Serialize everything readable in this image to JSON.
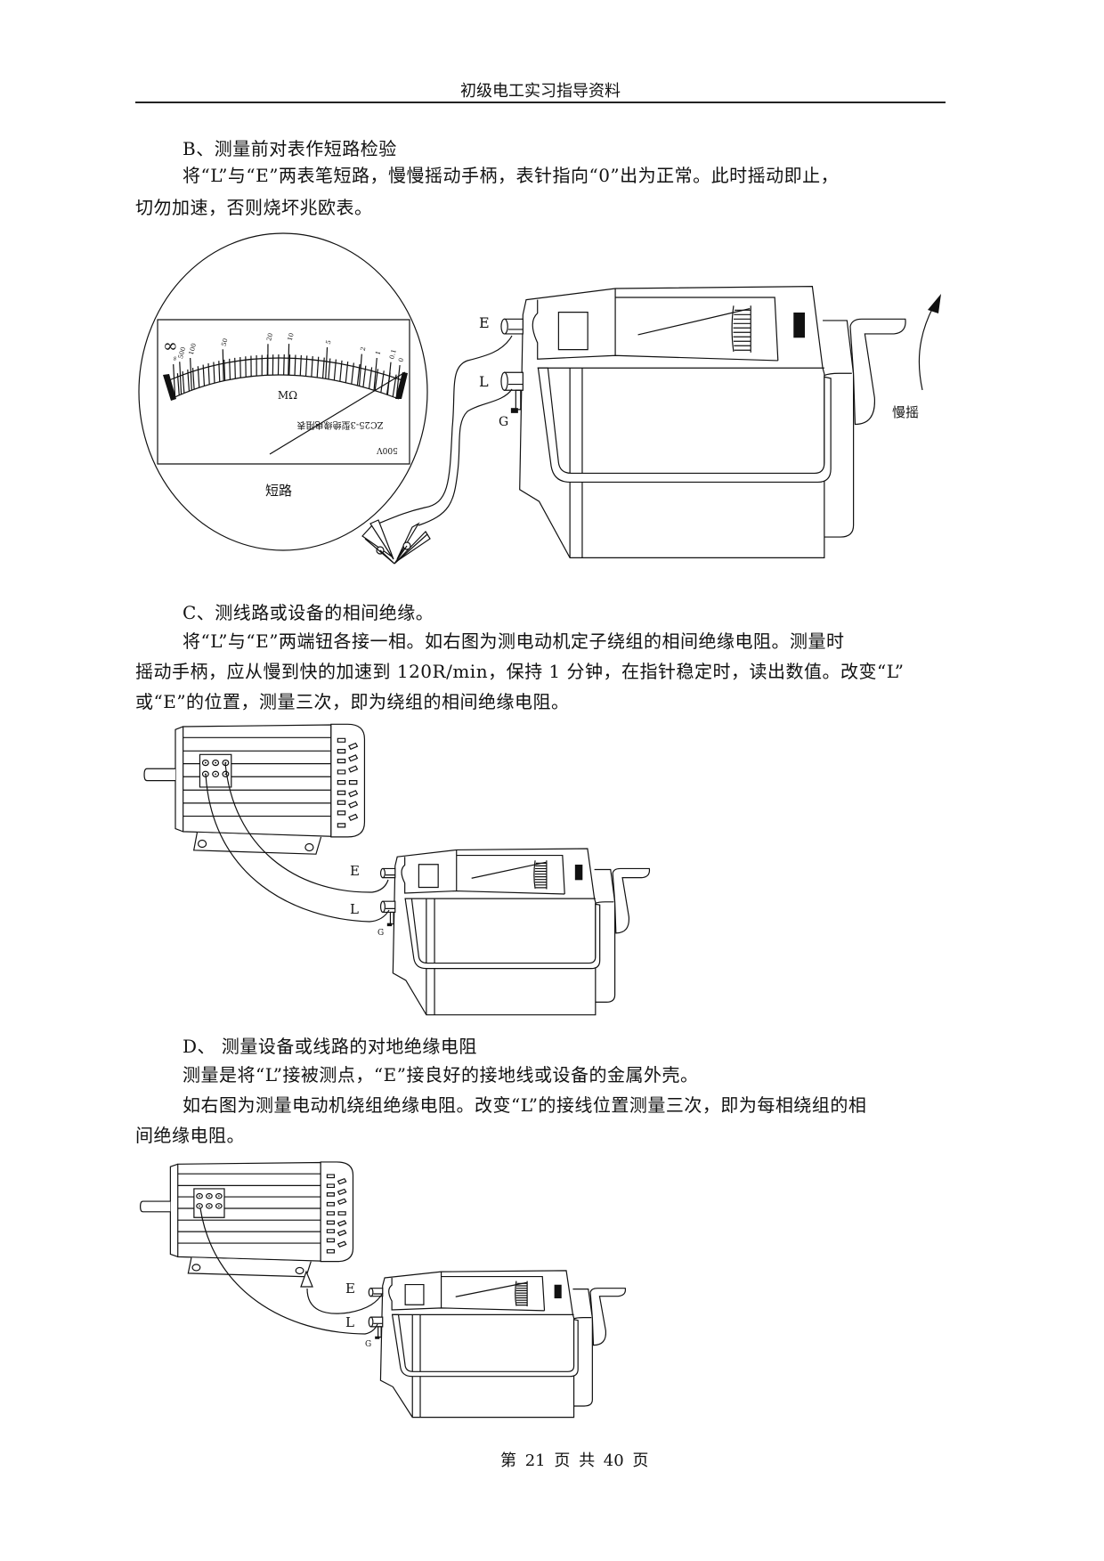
{
  "header": {
    "title": "初级电工实习指导资料"
  },
  "section_b": {
    "heading": "B、测量前对表作短路检验",
    "lines": [
      "将“L”与“E”两表笔短路，慢慢摇动手柄，表针指向“0”出为正常。此时摇动即止，",
      "切勿加速，否则烧坏兆欧表。"
    ]
  },
  "figure1": {
    "dial": {
      "scale_labels": [
        "∞",
        "500",
        "100",
        "50",
        "20",
        "10",
        "5",
        "2",
        "1",
        "0.1",
        "0"
      ],
      "infinity_symbol": "∞",
      "unit": "MΩ",
      "model": "ZC25-3型绝缘电阻表",
      "voltage": "500V",
      "caption": "短路",
      "needle_reading": "0"
    },
    "terminal_e": "E",
    "terminal_l": "L",
    "terminal_g": "G",
    "crank_hint": "慢摇"
  },
  "section_c": {
    "heading": "C、测线路或设备的相间绝缘。",
    "lines": [
      "将“L”与“E”两端钮各接一相。如右图为测电动机定子绕组的相间绝缘电阻。测量时",
      "摇动手柄，应从慢到快的加速到 120R/min，保持 1 分钟，在指针稳定时，读出数值。改变“L”",
      "或“E”的位置，测量三次，即为绕组的相间绝缘电阻。"
    ]
  },
  "figure2": {
    "terminal_e": "E",
    "terminal_l": "L",
    "terminal_g": "G"
  },
  "section_d": {
    "heading": "D、  测量设备或线路的对地绝缘电阻",
    "lines": [
      "测量是将“L”接被测点，“E”接良好的接地线或设备的金属外壳。",
      "如右图为测量电动机绕组绝缘电阻。改变“L”的接线位置测量三次，即为每相绕组的相",
      "间绝缘电阻。"
    ]
  },
  "figure3": {
    "terminal_e": "E",
    "terminal_l": "L",
    "terminal_g": "G"
  },
  "footer": {
    "page_text": "第 21 页 共 40 页"
  }
}
